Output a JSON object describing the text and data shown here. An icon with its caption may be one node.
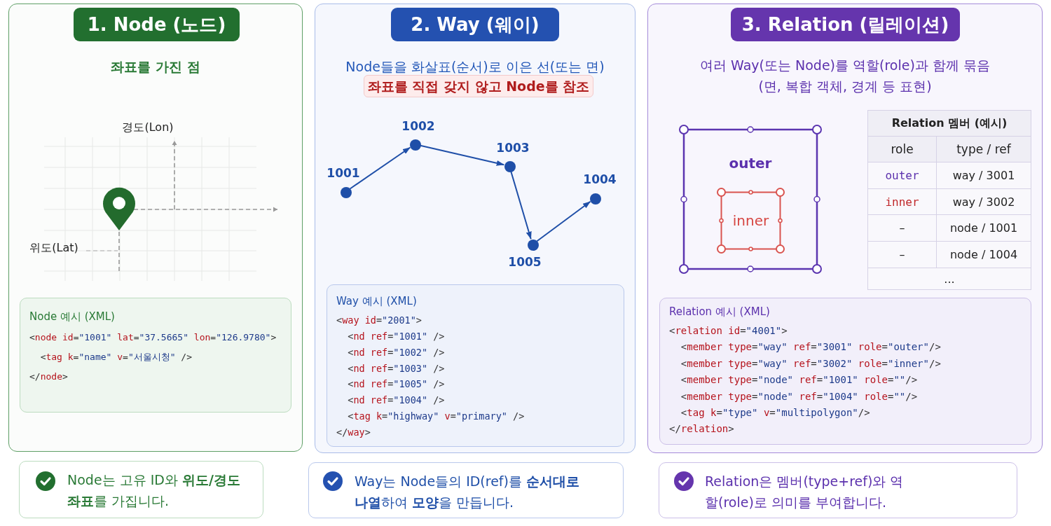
{
  "diagram": {
    "nodes": [
      {
        "text": [
          "좌표를 가진 점"
        ]
      },
      {
        "text": [
          "1. Node (노드)"
        ],
        "in": 0
      },
      {
        "text": [
          "Node 예시 (XML)",
          "<node id=\"1001\" lat=\"37.5665\" lon=\"126.9780\">",
          "<tag k=\"name\" v=\"서울시청\" />",
          "</node>"
        ],
        "in": 0
      },
      {
        "text": [
          "Node는 고유 ID와 **위도/경도 좌표**를 가집니다."
        ]
      },
      {
        "text": [
          "Node들을 화살표(순서)로 이은 선(또는 면)"
        ]
      },
      {
        "text": [
          "2. Way (웨이)"
        ],
        "in": 4
      },
      {
        "text": [
          "좌표를 직접 갖지 않고 Node를 참조"
        ],
        "in": 4
      },
      {
        "text": [],
        "shape": "circle",
        "in": 4,
        "beside": [
          "1001"
        ]
      },
      {
        "text": [],
        "shape": "circle",
        "in": 4,
        "beside": [
          "1002"
        ]
      },
      {
        "text": [],
        "shape": "circle",
        "in": 4,
        "beside": [
          "1003"
        ]
      },
      {
        "text": [],
        "shape": "circle",
        "in": 4,
        "beside": [
          "1005"
        ]
      },
      {
        "text": [],
        "shape": "circle",
        "in": 4,
        "beside": [
          "1004"
        ]
      },
      {
        "text": [
          "Way 예시 (XML)",
          "<way id=\"2001\">",
          "<nd ref=\"1001\" />",
          "<nd ref=\"1002\" />",
          "<nd ref=\"1003\" />",
          "<nd ref=\"1005\" />",
          "<nd ref=\"1004\" />",
          "<tag k=\"highway\" v=\"primary\" />",
          "</way>"
        ],
        "in": 4
      },
      {
        "text": [
          "Way는 Node들의 ID(ref)를 **순서대로 나열**하여 **모양**을 만듭니다."
        ]
      },
      {
        "text": [
          "여러 Way(또는 Node)를 역할(role)과 함께 묶음 (면, 복합 객체, 경계 등 표현)"
        ]
      },
      {
        "text": [
          "3. Relation (릴레이션)"
        ],
        "in": 14
      },
      {
        "text": [
          "outer"
        ],
        "in": 14
      },
      {
        "text": [
          "inner"
        ],
        "in": 16
      },
      {
        "text": [
          "Relation 예시 (XML)",
          "<relation id=\"4001\">",
          "<member type=\"way\" ref=\"3001\" role=\"outer\"/>",
          "<member type=\"way\" ref=\"3002\" role=\"inner\"/>",
          "<member type=\"node\" ref=\"1001\" role=\"\"/>",
          "<member type=\"node\" ref=\"1004\" role=\"\"/>",
          "<tag k=\"type\" v=\"multipolygon\"/>",
          "</relation>"
        ],
        "in": 14
      },
      {
        "text": [
          "Relation은 멤버(type+ref)와 역할(role)로 의미를 부여합니다."
        ]
      }
    ],
    "edges": [
      {
        "from": 7,
        "to": 8,
        "arrow": "to"
      },
      {
        "from": 8,
        "to": 9,
        "arrow": "to"
      },
      {
        "from": 9,
        "to": 10,
        "arrow": "to"
      },
      {
        "from": 10,
        "to": 11,
        "arrow": "to"
      }
    ],
    "labels": [
      "경도(Lon)",
      "위도(Lat)",
      "Relation 멤버 (예시)",
      "role",
      "type / ref",
      "outer",
      "way / 3001",
      "inner",
      "way / 3002",
      "–",
      "node / 1001",
      "–",
      "node / 1004",
      "..."
    ]
  }
}
